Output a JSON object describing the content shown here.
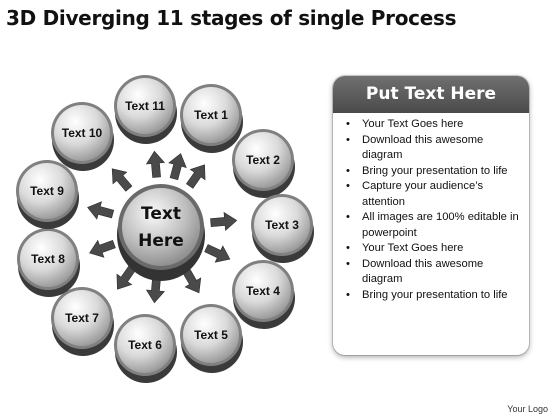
{
  "title": "3D Diverging 11 stages of single Process",
  "diagram": {
    "center_label_line1": "Text",
    "center_label_line2": "Here",
    "stages": [
      "Text 1",
      "Text 2",
      "Text 3",
      "Text 4",
      "Text 5",
      "Text 6",
      "Text 7",
      "Text 8",
      "Text 9",
      "Text 10",
      "Text 11"
    ]
  },
  "panel": {
    "header": "Put Text Here",
    "bullets": [
      "Your Text Goes here",
      "Download this awesome diagram",
      "Bring your presentation to life",
      "Capture your audience’s attention",
      "All images are 100% editable in powerpoint",
      "Your Text Goes here",
      "Download this awesome diagram",
      "Bring your presentation to life"
    ]
  },
  "logo": "Your Logo",
  "colors": {
    "arrow": "#4a4a4a",
    "node_fill": "#d6d6d6",
    "header_bg": "#5a5a5a"
  }
}
